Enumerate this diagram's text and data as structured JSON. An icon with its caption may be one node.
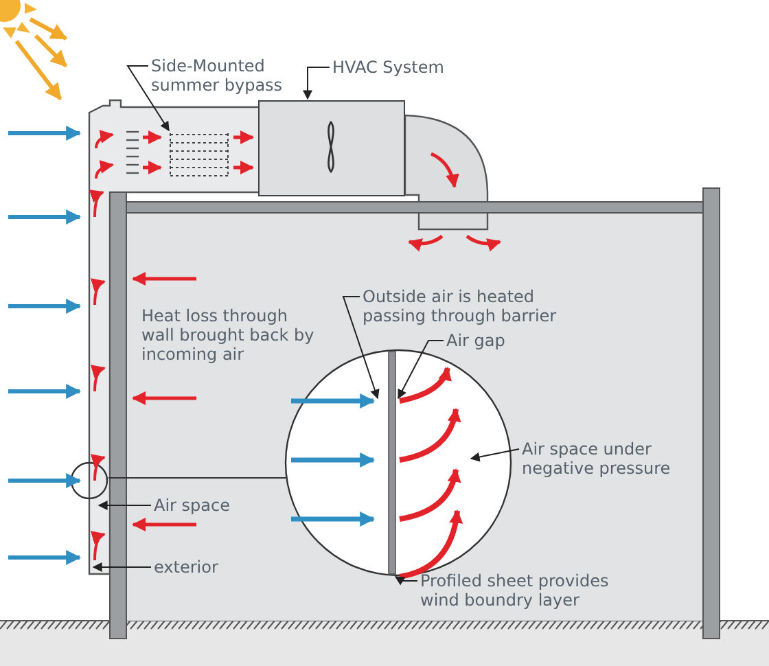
{
  "diagram": {
    "nodes": [
      {
        "text": [
          "Side-Mounted summer bypass"
        ]
      },
      {
        "text": [],
        "shape": "box"
      },
      {
        "text": [
          "HVAC System"
        ]
      },
      {
        "text": [],
        "shape": "box"
      },
      {
        "text": [
          "Outside air is heated passing through barrier"
        ]
      },
      {
        "text": [
          "Air gap"
        ]
      },
      {
        "text": [
          "Air space under negative pressure"
        ]
      },
      {
        "text": [
          "Air space"
        ]
      },
      {
        "text": [
          "exterior"
        ]
      },
      {
        "text": [
          "Profiled sheet provides wind boundry layer"
        ]
      }
    ],
    "edges": [
      {
        "from": 0,
        "to": 1,
        "arrow": "to"
      },
      {
        "from": 2,
        "to": 3,
        "arrow": "to"
      },
      {
        "from": 4,
        "to": null,
        "arrow": "to"
      },
      {
        "from": 5,
        "to": null,
        "arrow": "to"
      },
      {
        "from": 6,
        "to": null,
        "arrow": "to"
      },
      {
        "from": 7,
        "to": null,
        "arrow": "to"
      },
      {
        "from": 8,
        "to": null,
        "arrow": "to"
      },
      {
        "from": 9,
        "to": null,
        "arrow": "to"
      }
    ],
    "labels": [
      "Heat loss through wall brought back by incoming air"
    ]
  }
}
